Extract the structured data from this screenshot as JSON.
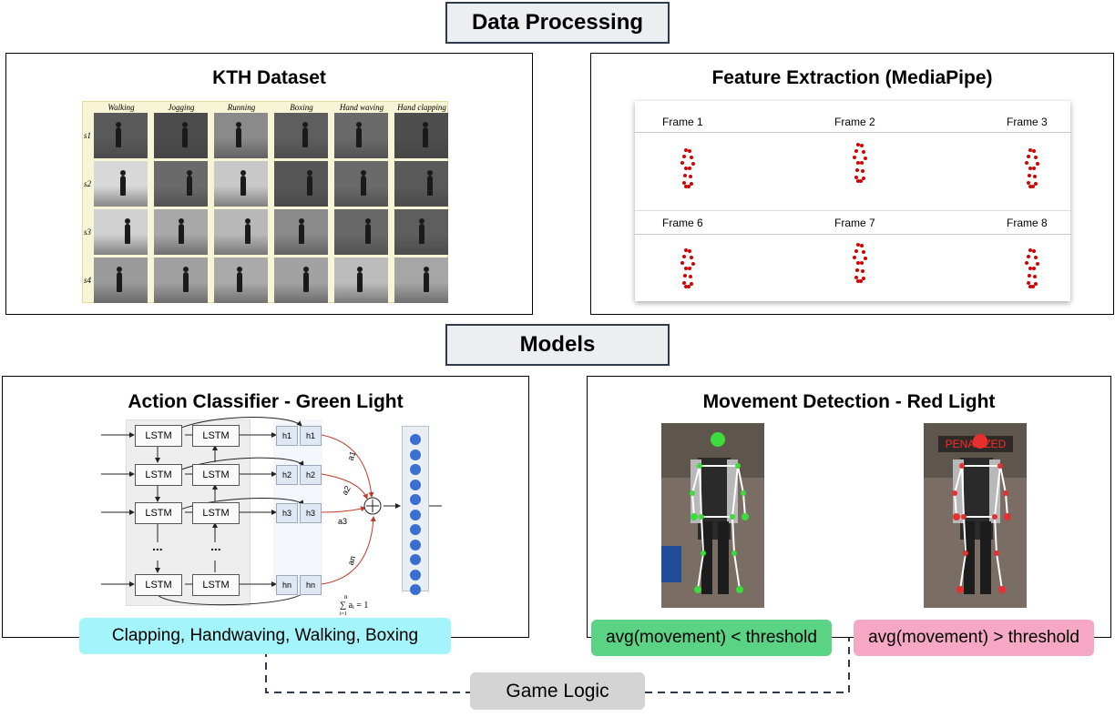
{
  "headers": {
    "data_processing": "Data Processing",
    "models": "Models"
  },
  "kth_panel": {
    "title": "KTH Dataset",
    "columns": [
      "Walking",
      "Jogging",
      "Running",
      "Boxing",
      "Hand waving",
      "Hand clapping"
    ],
    "rows": [
      "s1",
      "s2",
      "s3",
      "s4"
    ]
  },
  "feature_panel": {
    "title": "Feature Extraction (MediaPipe)",
    "frames": [
      "Frame 1",
      "Frame 2",
      "Frame 3",
      "Frame 6",
      "Frame 7",
      "Frame 8"
    ]
  },
  "classifier_panel": {
    "title": "Action Classifier - Green Light",
    "lstm_label": "LSTM",
    "hidden_labels": [
      "h1",
      "h2",
      "h3",
      "hn"
    ],
    "attention_labels": [
      "a1",
      "a2",
      "a3",
      "an"
    ],
    "ellipsis": "...",
    "sum_formula": "∑ aᵢ = 1",
    "sum_index": "i=1",
    "sum_top": "n",
    "output_pill": "Clapping, Handwaving, Walking, Boxing"
  },
  "movement_panel": {
    "title": "Movement Detection - Red Light",
    "penalized_label": "PENALIZED",
    "left_condition": "avg(movement) < threshold",
    "right_condition": "avg(movement) > threshold"
  },
  "game_logic": "Game Logic",
  "colors": {
    "header_bg": "#eceef2",
    "header_border": "#2f3a4c",
    "cyan_pill": "#a3f4fb",
    "green_pill": "#5bd384",
    "pink_pill": "#f5a7c4",
    "gray_pill": "#d4d4d4",
    "dashed_line": "#2f3a4c",
    "attention_red": "#c0392b",
    "output_dot": "#3a6fd1"
  }
}
